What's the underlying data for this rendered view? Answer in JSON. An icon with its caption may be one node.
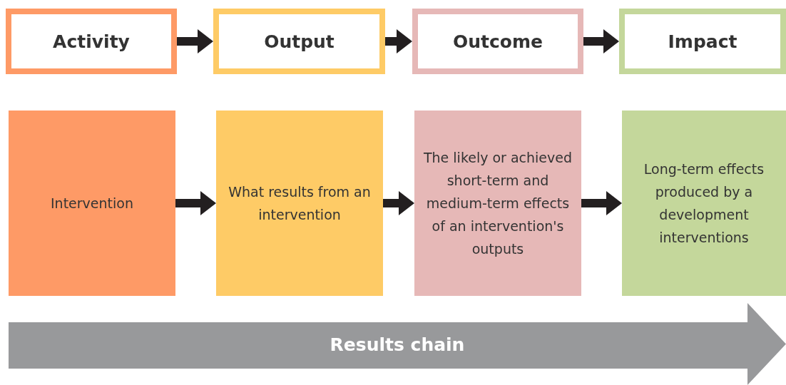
{
  "diagram": {
    "nodes": [
      {
        "text": [
          "Activity"
        ]
      },
      {
        "text": [
          "Output"
        ]
      },
      {
        "text": [
          "Outcome"
        ]
      },
      {
        "text": [
          "Impact"
        ]
      },
      {
        "text": [
          "Intervention"
        ]
      },
      {
        "text": [
          "What results from an intervention"
        ]
      },
      {
        "text": [
          "The likely or achieved short-term and medium-term effects of an intervention's outputs"
        ]
      },
      {
        "text": [
          "Long-term effects produced by a development interventions"
        ]
      },
      {
        "text": [
          "Results chain"
        ]
      }
    ],
    "edges": [
      {
        "from": 0,
        "to": 1,
        "arrow": "to"
      },
      {
        "from": 1,
        "to": 2,
        "arrow": "to"
      },
      {
        "from": 2,
        "to": 3,
        "arrow": "to"
      },
      {
        "from": 4,
        "to": 5,
        "arrow": "to"
      },
      {
        "from": 5,
        "to": 6,
        "arrow": "to"
      },
      {
        "from": 6,
        "to": 7,
        "arrow": "to"
      }
    ]
  }
}
